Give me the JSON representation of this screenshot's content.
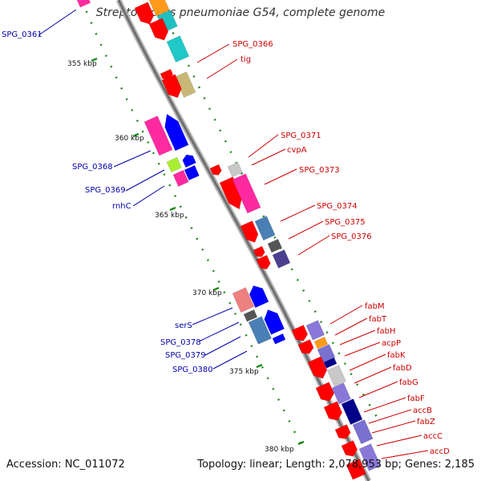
{
  "title": "Streptococcus pneumoniae G54, complete genome",
  "footer": {
    "accession": "Accession: NC_011072",
    "summary": "Topology: linear; Length: 2,078,953 bp; Genes: 2,185"
  },
  "ticks": [
    "355 kbp",
    "360 kbp",
    "365 kbp",
    "370 kbp",
    "375 kbp",
    "380 kbp"
  ],
  "reverse_genes": [
    "SPG_0361",
    "SPG_0368",
    "SPG_0369",
    "rnhC",
    "serS",
    "SPG_0378",
    "SPG_0379",
    "SPG_0380"
  ],
  "forward_genes": [
    "SPG_0366",
    "tig",
    "SPG_0371",
    "cvpA",
    "SPG_0373",
    "SPG_0374",
    "SPG_0375",
    "SPG_0376",
    "fabM",
    "fabT",
    "fabH",
    "acpP",
    "fabK",
    "fabD",
    "fabG",
    "fabF",
    "accB",
    "fabZ",
    "accC",
    "accD"
  ],
  "colors": {
    "forward_label": "#cc0000",
    "reverse_label": "#0000aa",
    "backbone": "#888888",
    "cds_forward": "#ff0000",
    "cds_reverse": "#0000ff",
    "tick": "#228b22"
  }
}
